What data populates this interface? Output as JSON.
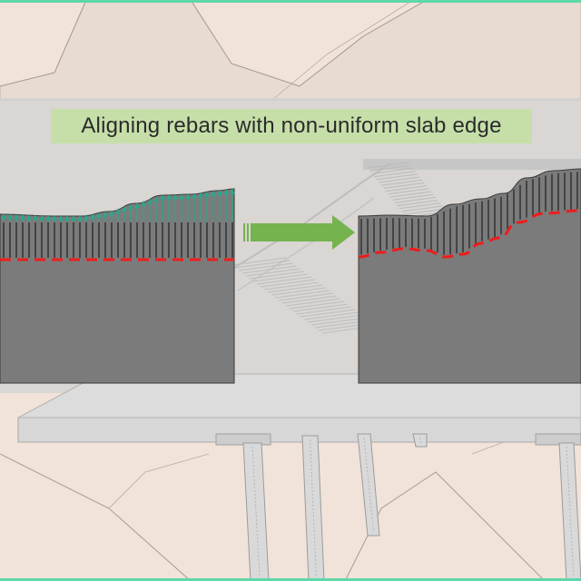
{
  "title": "Aligning rebars with non-uniform slab edge",
  "colors": {
    "background": "#f1e3d9",
    "frame_accent": "#5ed8a8",
    "title_background": "#c6dfa9",
    "slab": "#7b7b7b",
    "rebar_line": "#1f1f1f",
    "slab_edge_marker": "#1fae8e",
    "target_line": "#ee1c1c",
    "arrow": "#74b34d",
    "overlay": "#d2d2d2"
  },
  "icons": {
    "transition_arrow": "arrow-right-icon",
    "edge_markers": "arrow-up-icon"
  },
  "panels": {
    "before": "slab-with-unaligned-rebars",
    "after": "slab-with-aligned-rebars"
  }
}
